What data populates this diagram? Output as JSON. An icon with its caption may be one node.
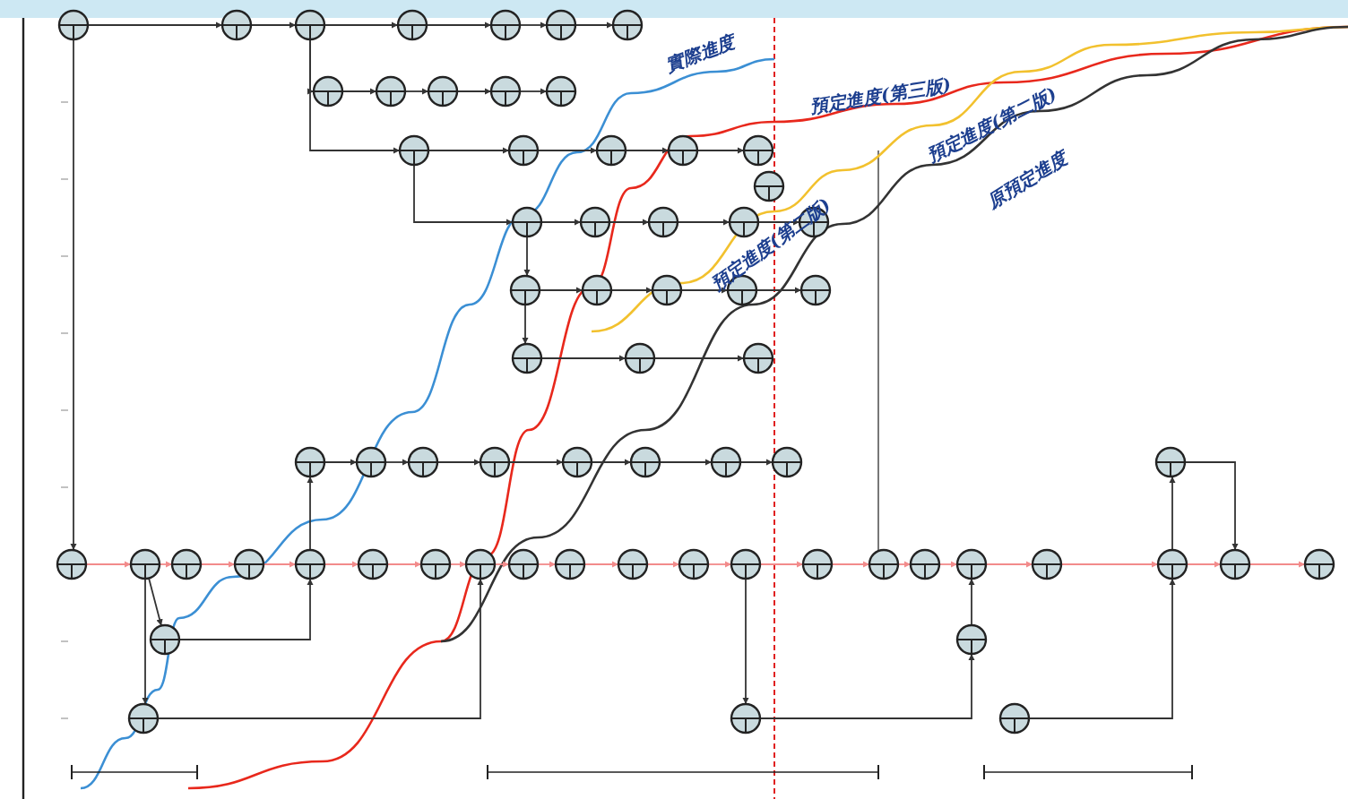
{
  "diagram": {
    "nodes": [
      {
        "text": [],
        "shape": "circle"
      },
      {
        "text": [],
        "shape": "circle"
      },
      {
        "text": [],
        "shape": "circle"
      },
      {
        "text": [],
        "shape": "circle"
      },
      {
        "text": [],
        "shape": "circle"
      },
      {
        "text": [],
        "shape": "circle"
      },
      {
        "text": [],
        "shape": "circle"
      },
      {
        "text": [],
        "shape": "circle"
      },
      {
        "text": [],
        "shape": "circle"
      },
      {
        "text": [],
        "shape": "circle"
      },
      {
        "text": [],
        "shape": "circle"
      },
      {
        "text": [],
        "shape": "circle"
      },
      {
        "text": [],
        "shape": "circle"
      },
      {
        "text": [],
        "shape": "circle"
      },
      {
        "text": [],
        "shape": "circle"
      },
      {
        "text": [],
        "shape": "circle"
      },
      {
        "text": [],
        "shape": "circle"
      },
      {
        "text": [],
        "shape": "circle"
      },
      {
        "text": [],
        "shape": "circle"
      },
      {
        "text": [],
        "shape": "circle"
      },
      {
        "text": [],
        "shape": "circle"
      },
      {
        "text": [],
        "shape": "circle"
      },
      {
        "text": [],
        "shape": "circle"
      },
      {
        "text": [],
        "shape": "circle"
      },
      {
        "text": [],
        "shape": "circle"
      },
      {
        "text": [],
        "shape": "circle"
      },
      {
        "text": [],
        "shape": "circle"
      },
      {
        "text": [],
        "shape": "circle"
      },
      {
        "text": [],
        "shape": "circle"
      },
      {
        "text": [],
        "shape": "circle"
      },
      {
        "text": [],
        "shape": "circle"
      },
      {
        "text": [],
        "shape": "circle"
      },
      {
        "text": [],
        "shape": "circle"
      },
      {
        "text": [],
        "shape": "circle"
      },
      {
        "text": [],
        "shape": "circle"
      },
      {
        "text": [],
        "shape": "circle"
      },
      {
        "text": [],
        "shape": "circle"
      },
      {
        "text": [],
        "shape": "circle"
      },
      {
        "text": [],
        "shape": "circle"
      },
      {
        "text": [],
        "shape": "circle"
      },
      {
        "text": [],
        "shape": "circle"
      },
      {
        "text": [],
        "shape": "circle"
      },
      {
        "text": [],
        "shape": "circle"
      },
      {
        "text": [],
        "shape": "circle"
      },
      {
        "text": [],
        "shape": "circle"
      },
      {
        "text": [],
        "shape": "circle"
      },
      {
        "text": [],
        "shape": "circle"
      },
      {
        "text": [],
        "shape": "circle"
      },
      {
        "text": [],
        "shape": "circle"
      },
      {
        "text": [],
        "shape": "circle"
      },
      {
        "text": [],
        "shape": "circle"
      },
      {
        "text": [],
        "shape": "circle"
      },
      {
        "text": [],
        "shape": "circle"
      },
      {
        "text": [],
        "shape": "circle"
      },
      {
        "text": [],
        "shape": "circle"
      },
      {
        "text": [],
        "shape": "circle"
      },
      {
        "text": [],
        "shape": "circle"
      },
      {
        "text": [],
        "shape": "circle"
      },
      {
        "text": [],
        "shape": "circle"
      },
      {
        "text": [],
        "shape": "circle"
      },
      {
        "text": [],
        "shape": "circle"
      },
      {
        "text": [],
        "shape": "circle"
      },
      {
        "text": [],
        "shape": "circle"
      },
      {
        "text": [],
        "shape": "circle"
      },
      {
        "text": [],
        "shape": "circle"
      },
      {
        "text": [],
        "shape": "circle"
      }
    ],
    "edges": [
      {
        "from": 0,
        "to": 1,
        "arrow": "to"
      },
      {
        "from": 1,
        "to": 2,
        "arrow": "to"
      },
      {
        "from": 2,
        "to": 3,
        "arrow": "to"
      },
      {
        "from": 3,
        "to": 4,
        "arrow": "to"
      },
      {
        "from": 4,
        "to": 5,
        "arrow": "to"
      },
      {
        "from": 5,
        "to": 6,
        "arrow": "to"
      },
      {
        "from": 2,
        "to": 7,
        "arrow": "to"
      },
      {
        "from": 7,
        "to": 8,
        "arrow": "to"
      },
      {
        "from": 8,
        "to": 9,
        "arrow": "to"
      },
      {
        "from": 9,
        "to": 10,
        "arrow": "to"
      },
      {
        "from": 10,
        "to": 11,
        "arrow": "to"
      },
      {
        "from": 2,
        "to": 12,
        "arrow": "to"
      },
      {
        "from": 12,
        "to": 13,
        "arrow": "to"
      },
      {
        "from": 13,
        "to": 14,
        "arrow": "to"
      },
      {
        "from": 14,
        "to": 15,
        "arrow": "to"
      },
      {
        "from": 15,
        "to": 16,
        "arrow": "to"
      },
      {
        "from": 12,
        "to": 18,
        "arrow": "to"
      },
      {
        "from": 18,
        "to": 19,
        "arrow": "to"
      },
      {
        "from": 19,
        "to": 20,
        "arrow": "to"
      },
      {
        "from": 20,
        "to": 21,
        "arrow": "to"
      },
      {
        "from": 21,
        "to": 22,
        "arrow": "to"
      },
      {
        "from": 18,
        "to": 23,
        "arrow": "to"
      },
      {
        "from": 23,
        "to": 24,
        "arrow": "to"
      },
      {
        "from": 24,
        "to": 25,
        "arrow": "to"
      },
      {
        "from": 25,
        "to": 26,
        "arrow": "to"
      },
      {
        "from": 26,
        "to": 27,
        "arrow": "to"
      },
      {
        "from": 23,
        "to": 28,
        "arrow": "to"
      },
      {
        "from": 28,
        "to": 29,
        "arrow": "to"
      },
      {
        "from": 29,
        "to": 30,
        "arrow": "to"
      },
      {
        "from": 44,
        "to": 31,
        "arrow": "to"
      },
      {
        "from": 31,
        "to": 32,
        "arrow": "to"
      },
      {
        "from": 32,
        "to": 33,
        "arrow": "to"
      },
      {
        "from": 33,
        "to": 34,
        "arrow": "to"
      },
      {
        "from": 34,
        "to": 35,
        "arrow": "to"
      },
      {
        "from": 35,
        "to": 36,
        "arrow": "to"
      },
      {
        "from": 36,
        "to": 37,
        "arrow": "to"
      },
      {
        "from": 37,
        "to": 38,
        "arrow": "to"
      },
      {
        "from": 40,
        "to": 41,
        "arrow": "to",
        "color": "#f28b8b"
      },
      {
        "from": 41,
        "to": 42,
        "arrow": "to",
        "color": "#f28b8b"
      },
      {
        "from": 42,
        "to": 43,
        "arrow": "to",
        "color": "#f28b8b"
      },
      {
        "from": 43,
        "to": 44,
        "arrow": "to",
        "color": "#f28b8b"
      },
      {
        "from": 44,
        "to": 45,
        "arrow": "to",
        "color": "#f28b8b"
      },
      {
        "from": 45,
        "to": 46,
        "arrow": "to",
        "color": "#f28b8b"
      },
      {
        "from": 46,
        "to": 47,
        "arrow": "to",
        "color": "#f28b8b"
      },
      {
        "from": 47,
        "to": 48,
        "arrow": "to",
        "color": "#f28b8b"
      },
      {
        "from": 48,
        "to": 49,
        "arrow": "to",
        "color": "#f28b8b"
      },
      {
        "from": 49,
        "to": 50,
        "arrow": "to",
        "color": "#f28b8b"
      },
      {
        "from": 50,
        "to": 51,
        "arrow": "to",
        "color": "#f28b8b"
      },
      {
        "from": 51,
        "to": 52,
        "arrow": "to",
        "color": "#f28b8b"
      },
      {
        "from": 52,
        "to": 53,
        "arrow": "to",
        "color": "#f28b8b"
      },
      {
        "from": 53,
        "to": 54,
        "arrow": "to",
        "color": "#f28b8b"
      },
      {
        "from": 54,
        "to": 55,
        "arrow": "to",
        "color": "#f28b8b"
      },
      {
        "from": 55,
        "to": 56,
        "arrow": "to",
        "color": "#f28b8b"
      },
      {
        "from": 56,
        "to": 57,
        "arrow": "to",
        "color": "#f28b8b"
      },
      {
        "from": 57,
        "to": 58,
        "arrow": "to",
        "color": "#f28b8b"
      },
      {
        "from": 58,
        "to": 59,
        "arrow": "to",
        "color": "#f28b8b"
      },
      {
        "from": 59,
        "to": 60,
        "arrow": "to",
        "color": "#f28b8b"
      },
      {
        "from": 41,
        "to": 61,
        "arrow": "to"
      },
      {
        "from": 61,
        "to": 44,
        "arrow": "to"
      },
      {
        "from": 41,
        "to": 63,
        "arrow": "to"
      },
      {
        "from": 63,
        "to": 47,
        "arrow": "to"
      },
      {
        "from": 52,
        "to": 64,
        "arrow": "to"
      },
      {
        "from": 64,
        "to": 62,
        "arrow": "to"
      },
      {
        "from": 62,
        "to": 56,
        "arrow": "to"
      },
      {
        "from": 65,
        "to": 58,
        "arrow": "to"
      },
      {
        "from": 58,
        "to": 39,
        "arrow": "to"
      },
      {
        "from": 39,
        "to": 59,
        "arrow": "to"
      },
      {
        "from": 0,
        "to": 40,
        "arrow": "to"
      }
    ],
    "labels": [
      "實際進度",
      "預定進度(第三版)",
      "預定進度(第二版)",
      "原預定進度",
      "預定進度(第二版)"
    ]
  }
}
